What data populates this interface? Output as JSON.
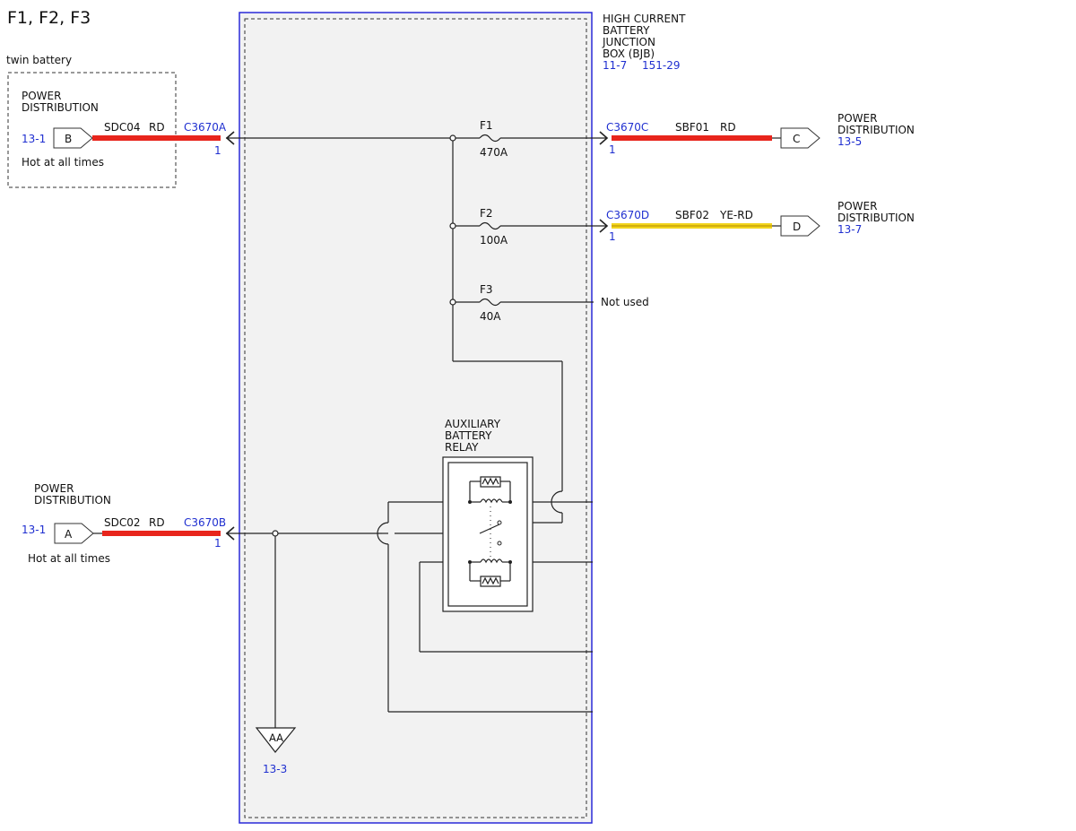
{
  "title": "F1, F2, F3",
  "bjb": {
    "lines": [
      "HIGH CURRENT",
      "BATTERY",
      "JUNCTION",
      "BOX (BJB)"
    ],
    "ref_left": "11-7",
    "ref_right": "151-29"
  },
  "twin_battery": {
    "label": "twin battery",
    "dist_lines": [
      "POWER",
      "DISTRIBUTION"
    ],
    "ref": "13-1",
    "connector": "B",
    "circuit": "SDC04",
    "color": "RD",
    "pin_connector": "C3670A",
    "pin": "1",
    "note": "Hot at all times"
  },
  "power_a": {
    "dist_lines": [
      "POWER",
      "DISTRIBUTION"
    ],
    "ref": "13-1",
    "connector": "A",
    "circuit": "SDC02",
    "color": "RD",
    "pin_connector": "C3670B",
    "pin": "1",
    "note": "Hot at all times"
  },
  "fuses": [
    {
      "name": "F1",
      "rating": "470A"
    },
    {
      "name": "F2",
      "rating": "100A"
    },
    {
      "name": "F3",
      "rating": "40A"
    }
  ],
  "out_c": {
    "pin_connector": "C3670C",
    "pin": "1",
    "circuit": "SBF01",
    "color": "RD",
    "connector": "C",
    "dist_lines": [
      "POWER",
      "DISTRIBUTION"
    ],
    "ref": "13-5"
  },
  "out_d": {
    "pin_connector": "C3670D",
    "pin": "1",
    "circuit": "SBF02",
    "color": "YE-RD",
    "connector": "D",
    "dist_lines": [
      "POWER",
      "DISTRIBUTION"
    ],
    "ref": "13-7"
  },
  "f3_out": "Not used",
  "relay": {
    "lines": [
      "AUXILIARY",
      "BATTERY",
      "RELAY"
    ]
  },
  "ground": {
    "label": "AA",
    "ref": "13-3"
  },
  "colors": {
    "wire_red": "#e8251c",
    "wire_yellow": "#f2d41c",
    "ref_blue": "#1f2fd0",
    "box_border": "#2a2ad8",
    "box_fill": "#f2f2f2"
  }
}
